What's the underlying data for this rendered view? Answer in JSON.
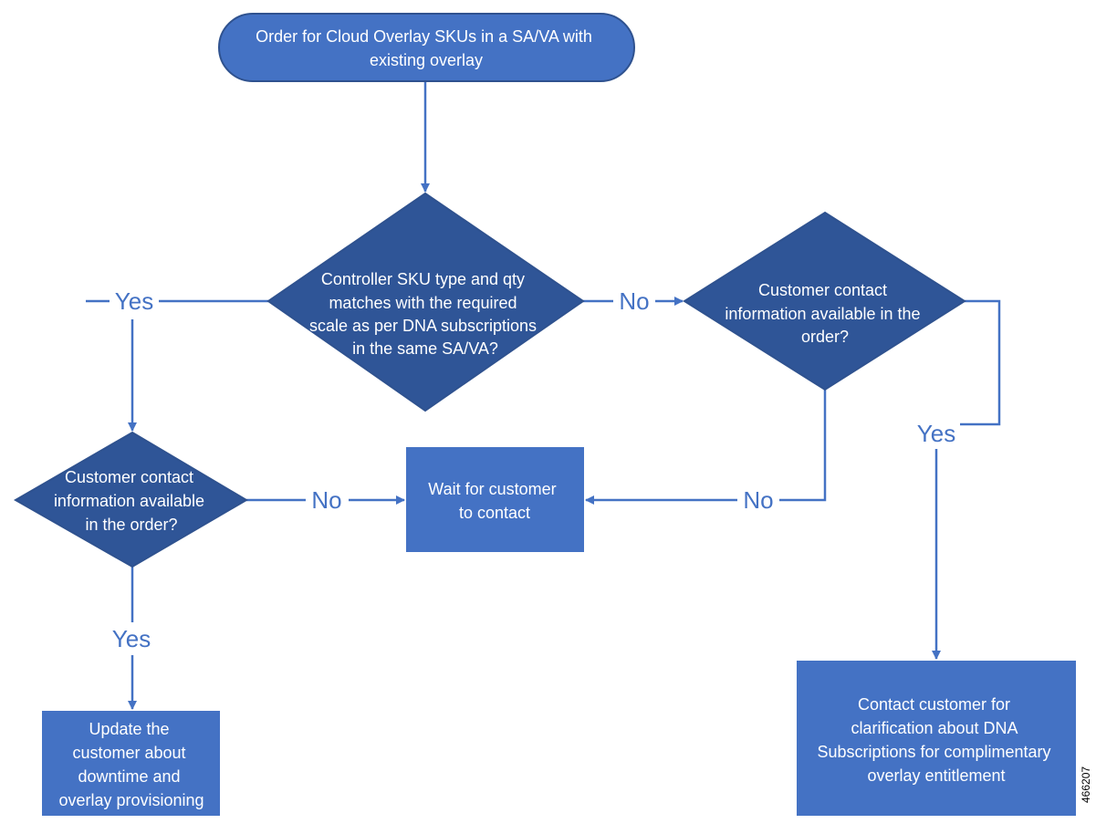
{
  "colors": {
    "node_fill": "#4472c4",
    "node_stroke": "#2f528f",
    "connector": "#4472c4",
    "label": "#4472c4",
    "node_text": "#ffffff",
    "background": "#ffffff"
  },
  "nodes": {
    "start": {
      "shape": "terminator",
      "lines": [
        "Order for Cloud Overlay SKUs in a SA/VA with",
        "existing overlay"
      ]
    },
    "decision_controller": {
      "shape": "decision",
      "lines": [
        "Controller SKU type and qty",
        "matches with the required",
        "scale as per DNA subscriptions",
        "in the same SA/VA?"
      ]
    },
    "decision_contact_right": {
      "shape": "decision",
      "lines": [
        "Customer contact",
        "information available in the",
        "order?"
      ]
    },
    "decision_contact_left": {
      "shape": "decision",
      "lines": [
        "Customer contact",
        "information available",
        "in the order?"
      ]
    },
    "wait": {
      "shape": "process",
      "lines": [
        "Wait for customer",
        "to contact"
      ]
    },
    "update": {
      "shape": "process",
      "lines": [
        "Update the",
        "customer about",
        "downtime and",
        "overlay provisioning"
      ]
    },
    "clarify": {
      "shape": "process",
      "lines": [
        "Contact customer for",
        "clarification about DNA",
        "Subscriptions for complimentary",
        "overlay entitlement"
      ]
    }
  },
  "edges": [
    {
      "from": "start",
      "to": "decision_controller",
      "label": ""
    },
    {
      "from": "decision_controller",
      "to": "decision_contact_left",
      "label": "Yes"
    },
    {
      "from": "decision_controller",
      "to": "decision_contact_right",
      "label": "No"
    },
    {
      "from": "decision_contact_left",
      "to": "wait",
      "label": "No"
    },
    {
      "from": "decision_contact_left",
      "to": "update",
      "label": "Yes"
    },
    {
      "from": "decision_contact_right",
      "to": "wait",
      "label": "No"
    },
    {
      "from": "decision_contact_right",
      "to": "clarify",
      "label": "Yes"
    }
  ],
  "figure_id": "466207"
}
